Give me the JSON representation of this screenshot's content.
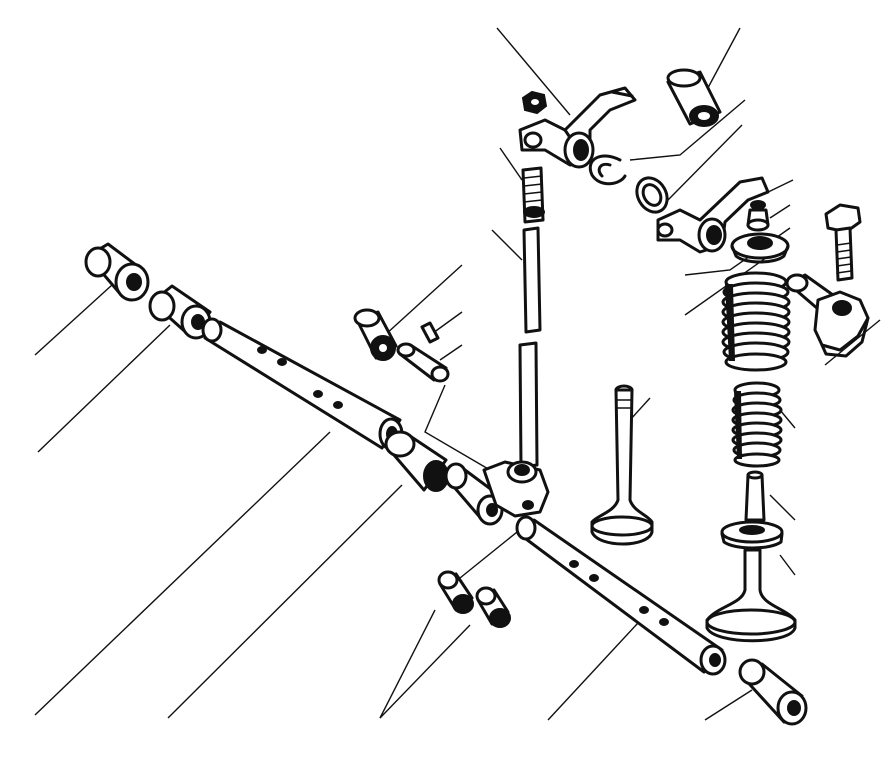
{
  "colors": {
    "ink": "#111111",
    "paper": "#ffffff"
  },
  "diagram": {
    "parts": [
      {
        "id": "nut-top",
        "kind": "nut"
      },
      {
        "id": "rocker-arm-upper",
        "kind": "rocker-arm"
      },
      {
        "id": "circlip-upper",
        "kind": "clip"
      },
      {
        "id": "bush-upper",
        "kind": "bush"
      },
      {
        "id": "washer-upper",
        "kind": "washer"
      },
      {
        "id": "rocker-arm-lower",
        "kind": "rocker-arm"
      },
      {
        "id": "adjusting-screw",
        "kind": "screw"
      },
      {
        "id": "push-rod",
        "kind": "rod"
      },
      {
        "id": "valve-cap",
        "kind": "cap"
      },
      {
        "id": "spring-retainer",
        "kind": "retainer"
      },
      {
        "id": "bolt",
        "kind": "bolt"
      },
      {
        "id": "rocker-bracket-knob",
        "kind": "bracket"
      },
      {
        "id": "outer-valve-spring",
        "kind": "spring"
      },
      {
        "id": "inner-valve-spring",
        "kind": "spring"
      },
      {
        "id": "valve-guide",
        "kind": "guide"
      },
      {
        "id": "spring-seat-washer",
        "kind": "washer"
      },
      {
        "id": "exhaust-valve",
        "kind": "valve"
      },
      {
        "id": "inlet-valve",
        "kind": "valve"
      },
      {
        "id": "end-plug-left",
        "kind": "plug"
      },
      {
        "id": "spacer-left",
        "kind": "spacer"
      },
      {
        "id": "rocker-shaft-left",
        "kind": "shaft"
      },
      {
        "id": "spacer-ring",
        "kind": "spacer"
      },
      {
        "id": "pin",
        "kind": "pin"
      },
      {
        "id": "dowel",
        "kind": "dowel"
      },
      {
        "id": "spring-sleeve",
        "kind": "sleeve"
      },
      {
        "id": "rocker-bush-lower",
        "kind": "bush"
      },
      {
        "id": "tappet-pedestal",
        "kind": "pedestal"
      },
      {
        "id": "rocker-shaft-right",
        "kind": "shaft"
      },
      {
        "id": "bushes-pair",
        "kind": "bush"
      },
      {
        "id": "end-plug-right",
        "kind": "plug"
      }
    ]
  }
}
